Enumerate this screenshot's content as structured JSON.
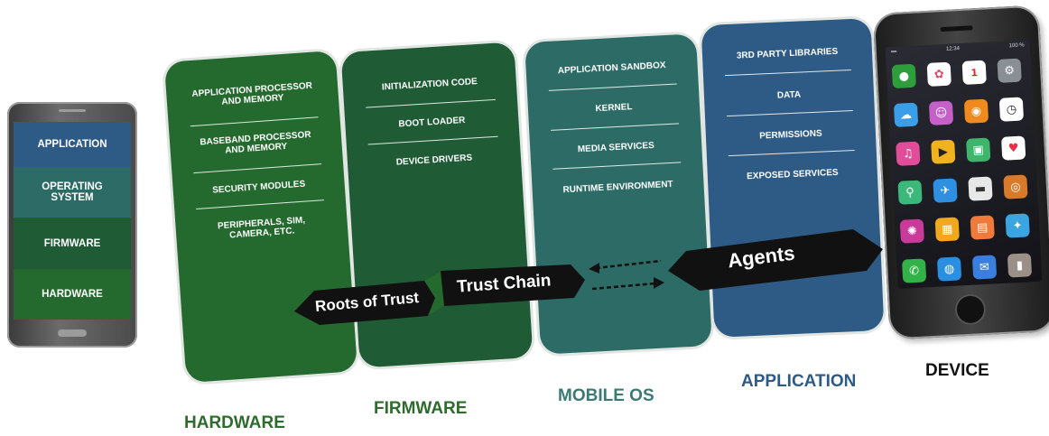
{
  "stack_phone": {
    "layers": [
      {
        "label": "APPLICATION",
        "color": "#2e5b85"
      },
      {
        "label": "OPERATING\nSYSTEM",
        "color": "#2d6c66"
      },
      {
        "label": "FIRMWARE",
        "color": "#1f5c36"
      },
      {
        "label": "HARDWARE",
        "color": "#246a2e"
      }
    ]
  },
  "hardware": {
    "label": "HARDWARE",
    "color": "#246a2e",
    "items": [
      "APPLICATION PROCESSOR\nAND MEMORY",
      "BASEBAND PROCESSOR\nAND MEMORY",
      "SECURITY MODULES",
      "PERIPHERALS, SIM,\nCAMERA, ETC."
    ]
  },
  "firmware": {
    "label": "FIRMWARE",
    "color": "#1f5c36",
    "items": [
      "INITIALIZATION CODE",
      "BOOT LOADER",
      "DEVICE DRIVERS"
    ]
  },
  "mobile_os": {
    "label": "MOBILE OS",
    "color": "#2d6c66",
    "items": [
      "APPLICATION SANDBOX",
      "KERNEL",
      "MEDIA SERVICES",
      "RUNTIME ENVIRONMENT"
    ]
  },
  "application": {
    "label": "APPLICATION",
    "color": "#2e5b85",
    "items": [
      "3RD PARTY LIBRARIES",
      "DATA",
      "PERMISSIONS",
      "EXPOSED SERVICES"
    ]
  },
  "device": {
    "label": "DEVICE",
    "status_time": "12:34",
    "status_battery": "100 %"
  },
  "arrows": {
    "roots_of_trust": "Roots of Trust",
    "trust_chain": "Trust Chain",
    "agents": "Agents"
  },
  "label_colors": {
    "green": "#2e6b2e",
    "teal": "#3c7b74",
    "blue": "#2e5b85",
    "black": "#111111"
  }
}
